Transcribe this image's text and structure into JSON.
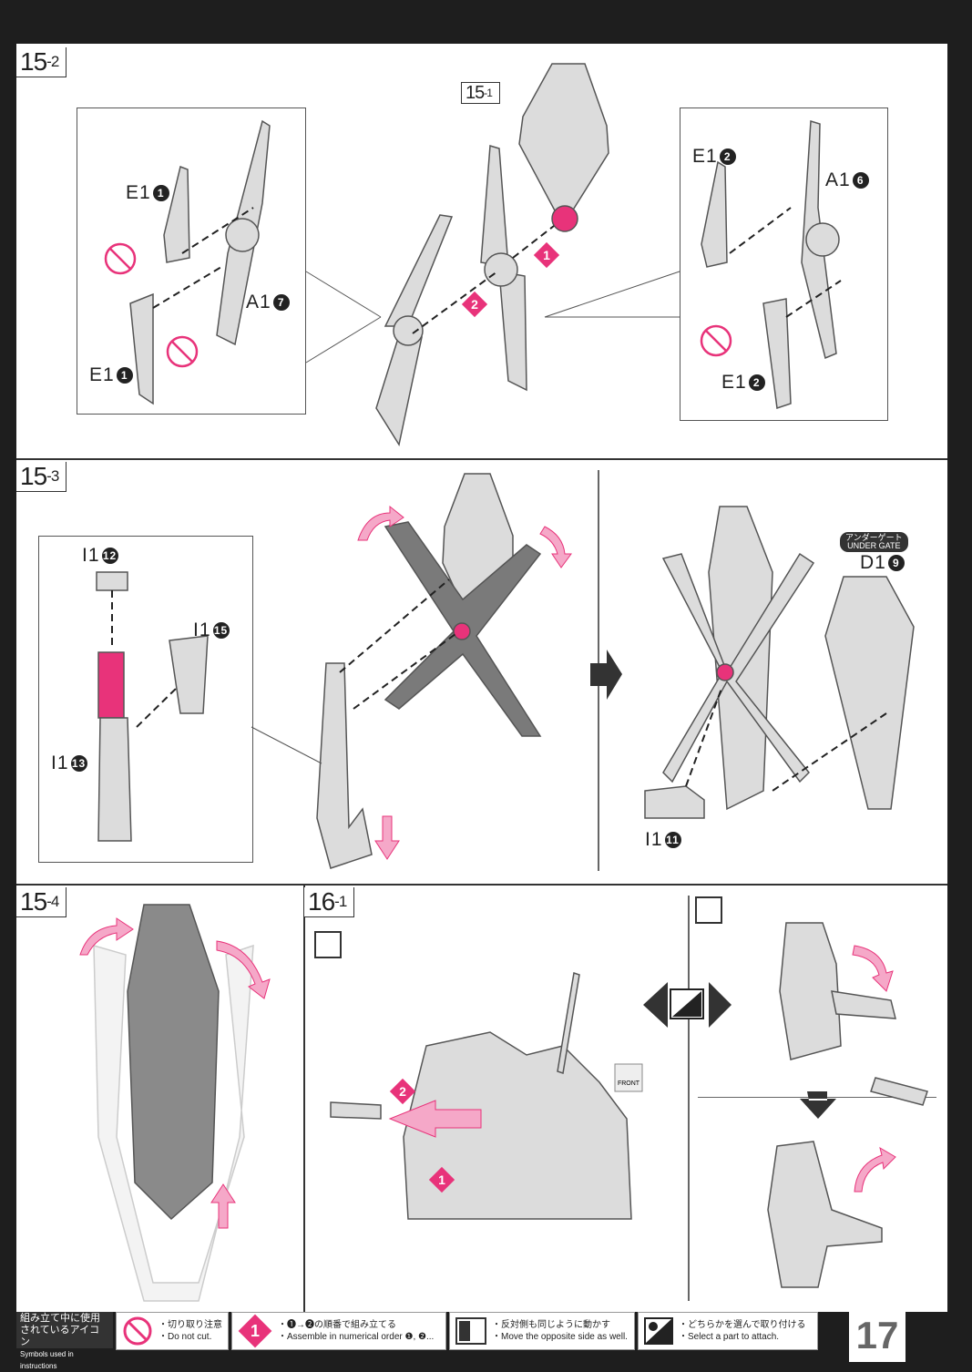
{
  "steps": {
    "s15_2": {
      "num": "15",
      "sub": "-2"
    },
    "s15_1_ref": {
      "num": "15",
      "sub": "-1"
    },
    "s15_3": {
      "num": "15",
      "sub": "-3"
    },
    "s15_4": {
      "num": "15",
      "sub": "-4"
    },
    "s16_1": {
      "num": "16",
      "sub": "-1"
    }
  },
  "parts": {
    "e1_1a": {
      "code": "E1",
      "no": "1"
    },
    "e1_1b": {
      "code": "E1",
      "no": "1"
    },
    "a1_7": {
      "code": "A1",
      "no": "7"
    },
    "e1_2a": {
      "code": "E1",
      "no": "2"
    },
    "e1_2b": {
      "code": "E1",
      "no": "2"
    },
    "a1_6": {
      "code": "A1",
      "no": "6"
    },
    "i1_12": {
      "code": "I1",
      "no": "12"
    },
    "i1_15": {
      "code": "I1",
      "no": "15"
    },
    "i1_13": {
      "code": "I1",
      "no": "13"
    },
    "i1_11": {
      "code": "I1",
      "no": "11"
    },
    "d1_9": {
      "code": "D1",
      "no": "9"
    }
  },
  "under_gate": {
    "jp": "アンダーゲート",
    "en": "UNDER GATE"
  },
  "order_badges": {
    "first": "1",
    "second": "2"
  },
  "front_label": "FRONT",
  "footer": {
    "heading_jp": "組み立て中に使用されているアイコン",
    "heading_en": "Symbols used in instructions",
    "items": [
      {
        "jp": "・切り取り注意",
        "en": "・Do not cut."
      },
      {
        "badge": "1",
        "jp": "・❶→❷の順番で組み立てる",
        "en": "・Assemble in numerical order ❶, ❷..."
      },
      {
        "jp": "・反対側も同じように動かす",
        "en": "・Move the opposite side as well."
      },
      {
        "jp": "・どちらかを選んで取り付ける",
        "en": "・Select a part to attach."
      }
    ],
    "page_number": "17"
  },
  "colors": {
    "accent": "#e8337a",
    "part": "#d9d9d9",
    "dark_part": "#7a7a7a"
  }
}
